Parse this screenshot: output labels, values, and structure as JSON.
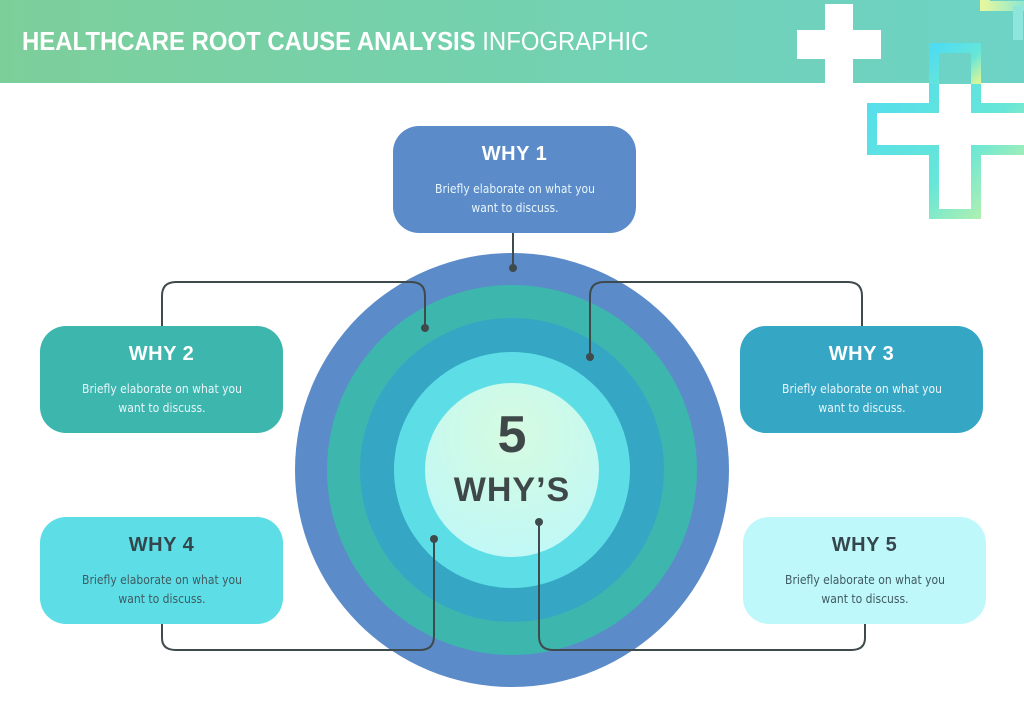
{
  "header": {
    "title_bold": "HEALTHCARE ROOT CAUSE ANALYSIS",
    "title_light": "INFOGRAPHIC",
    "decoration_icons": [
      "medical-cross-icon",
      "medical-cross-outline-icon"
    ]
  },
  "center": {
    "number": "5",
    "label": "WHY’S"
  },
  "rings": {
    "colors": [
      "#5b8bc9",
      "#3db6ae",
      "#35a7c5",
      "#5ddee6",
      "#c9fbf3"
    ]
  },
  "whys": [
    {
      "label": "WHY 1",
      "desc": "Briefly elaborate on what you want to discuss.",
      "color": "#5b8bc9"
    },
    {
      "label": "WHY 2",
      "desc": "Briefly elaborate on what you want to discuss.",
      "color": "#3db6ae"
    },
    {
      "label": "WHY 3",
      "desc": "Briefly elaborate on what you want to discuss.",
      "color": "#35a7c5"
    },
    {
      "label": "WHY 4",
      "desc": "Briefly elaborate on what you want to discuss.",
      "color": "#5ddee6"
    },
    {
      "label": "WHY 5",
      "desc": "Briefly elaborate on what you want to discuss.",
      "color": "#bff8fa"
    }
  ],
  "connector_color": "#3f4a4c"
}
